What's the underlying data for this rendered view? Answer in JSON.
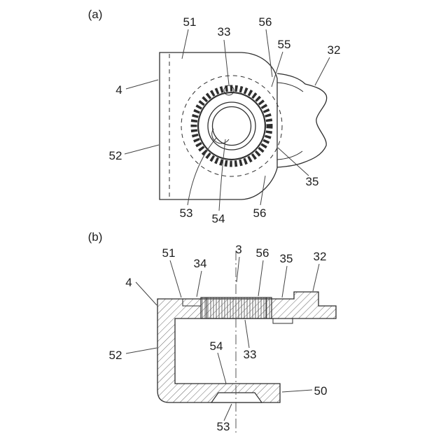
{
  "figure_a": {
    "tag": "(a)",
    "labels": {
      "n51": "51",
      "n33": "33",
      "n56_top": "56",
      "n55": "55",
      "n32": "32",
      "n4": "4",
      "n52": "52",
      "n53": "53",
      "n54": "54",
      "n56_bot": "56",
      "n35": "35"
    }
  },
  "figure_b": {
    "tag": "(b)",
    "labels": {
      "n51": "51",
      "n34": "34",
      "n3": "3",
      "n56": "56",
      "n35": "35",
      "n32": "32",
      "n4": "4",
      "n52": "52",
      "n54": "54",
      "n33": "33",
      "n50": "50",
      "n53": "53"
    }
  }
}
